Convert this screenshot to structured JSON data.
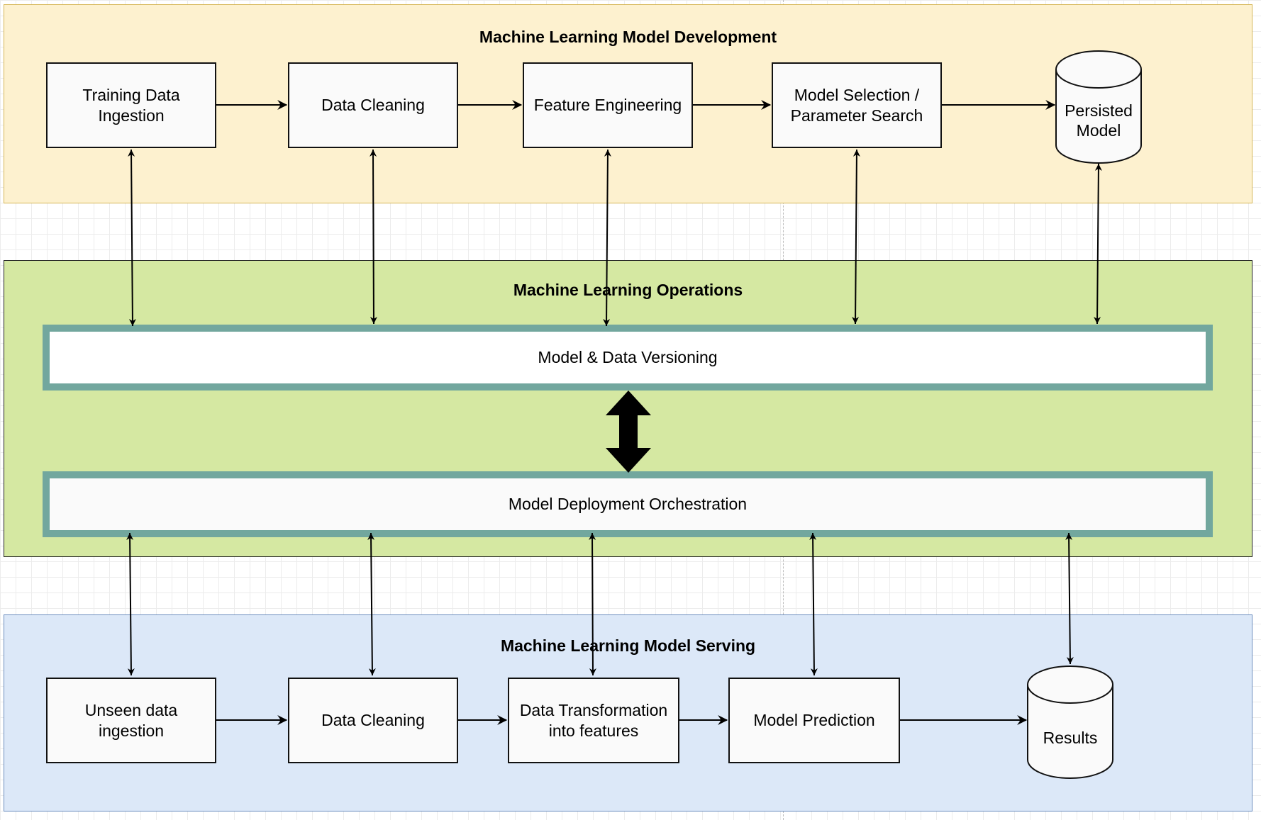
{
  "development": {
    "title": "Machine Learning Model Development",
    "steps": [
      "Training Data\nIngestion",
      "Data Cleaning",
      "Feature Engineering",
      "Model Selection /\nParameter Search"
    ],
    "store": "Persisted\nModel"
  },
  "operations": {
    "title": "Machine Learning Operations",
    "versioning": "Model & Data Versioning",
    "orchestration": "Model Deployment Orchestration"
  },
  "serving": {
    "title": "Machine Learning Model Serving",
    "steps": [
      "Unseen data\ningestion",
      "Data Cleaning",
      "Data Transformation\ninto features",
      "Model Prediction"
    ],
    "store": "Results"
  },
  "colors": {
    "development_fill": "#fdf1cf",
    "development_border": "#d6b656",
    "operations_fill": "#d5e8a2",
    "serving_fill": "#dce8f8",
    "serving_border": "#6c8ebf",
    "layer_border": "#72a79e"
  }
}
